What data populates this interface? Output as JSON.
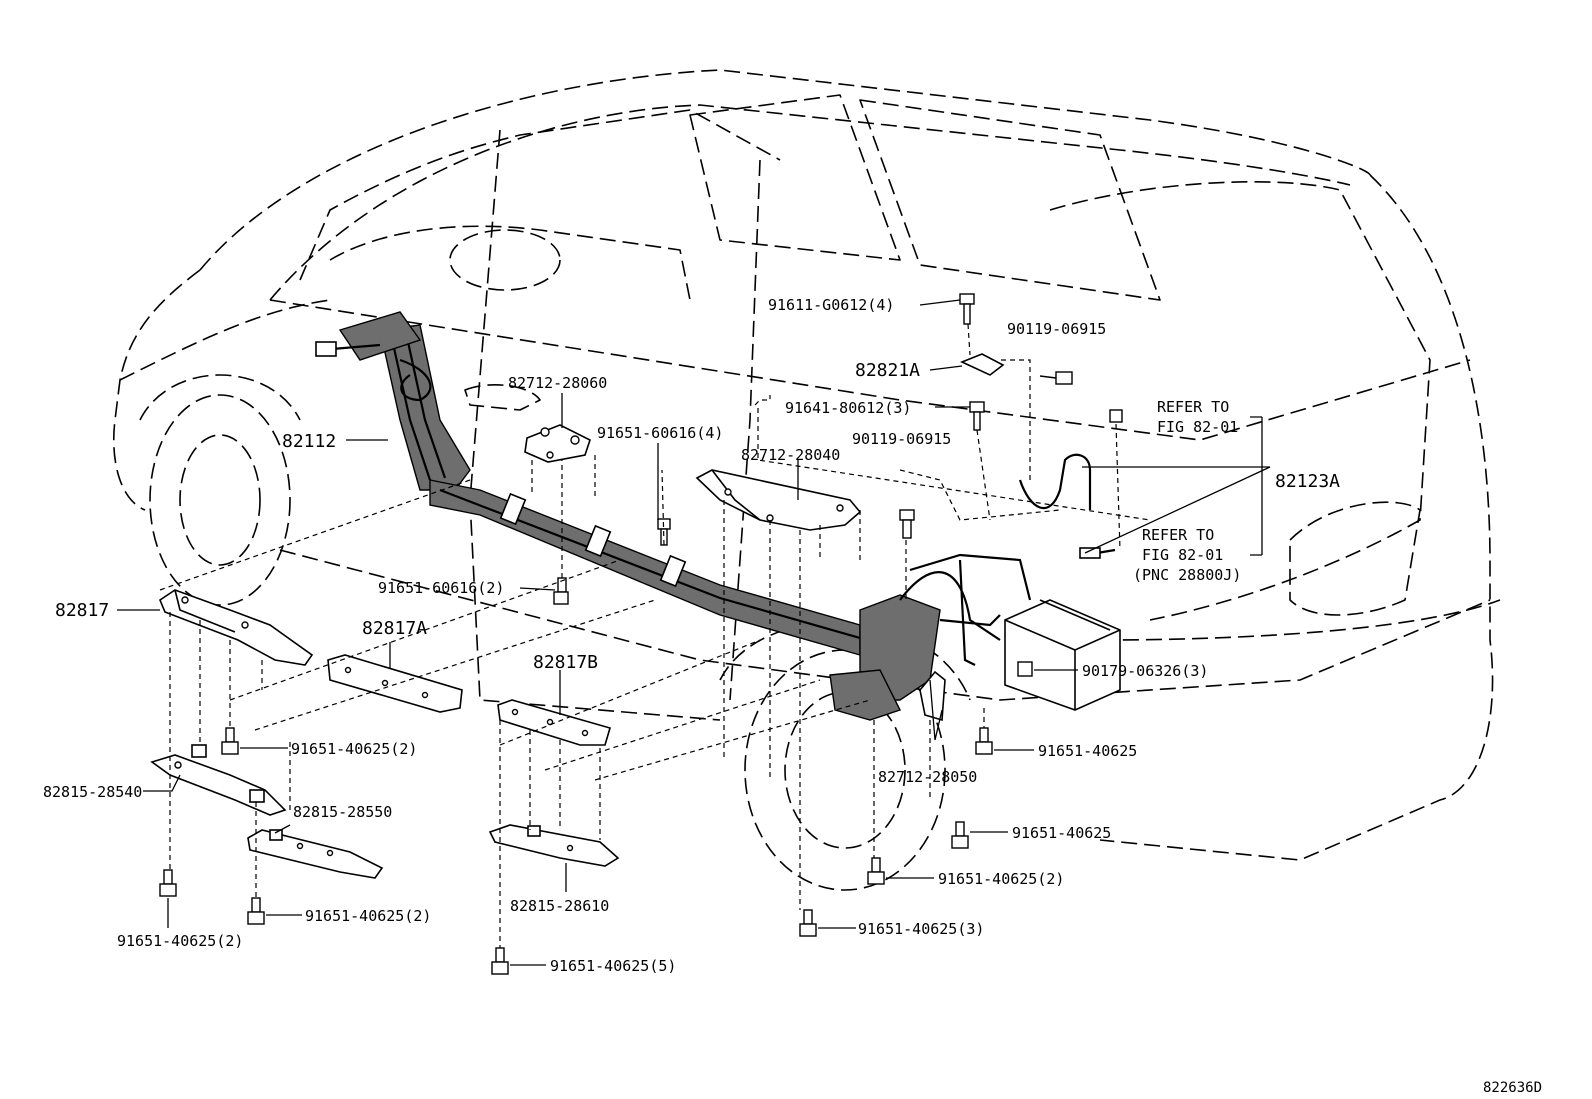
{
  "diagram": {
    "ref_code": "822636D",
    "labels": {
      "l_91611": "91611-G0612(4)",
      "l_90119a": "90119-06915",
      "l_82821A": "82821A",
      "l_91641": "91641-80612(3)",
      "l_refer1a": "REFER TO",
      "l_refer1b": "FIG 82-01",
      "l_82712_060": "82712-28060",
      "l_91651_60616_4": "91651-60616(4)",
      "l_82712_040": "82712-28040",
      "l_90119b": "90119-06915",
      "l_82123A": "82123A",
      "l_82112": "82112",
      "l_refer2a": "REFER TO",
      "l_refer2b": "FIG 82-01",
      "l_refer2c": "(PNC 28800J)",
      "l_91651_60616_2": "91651-60616(2)",
      "l_82817": "82817",
      "l_82817A": "82817A",
      "l_90179": "90179-06326(3)",
      "l_82817B": "82817B",
      "l_91651_40625_2a": "91651-40625(2)",
      "l_91651_40625_a": "91651-40625",
      "l_82712_050": "82712-28050",
      "l_82815_540": "82815-28540",
      "l_82815_550": "82815-28550",
      "l_91651_40625_b": "91651-40625",
      "l_91651_40625_2b": "91651-40625(2)",
      "l_82815_610": "82815-28610",
      "l_91651_40625_2c": "91651-40625(2)",
      "l_91651_40625_3": "91651-40625(3)",
      "l_91651_40625_2d": "91651-40625(2)",
      "l_91651_40625_5": "91651-40625(5)"
    }
  }
}
